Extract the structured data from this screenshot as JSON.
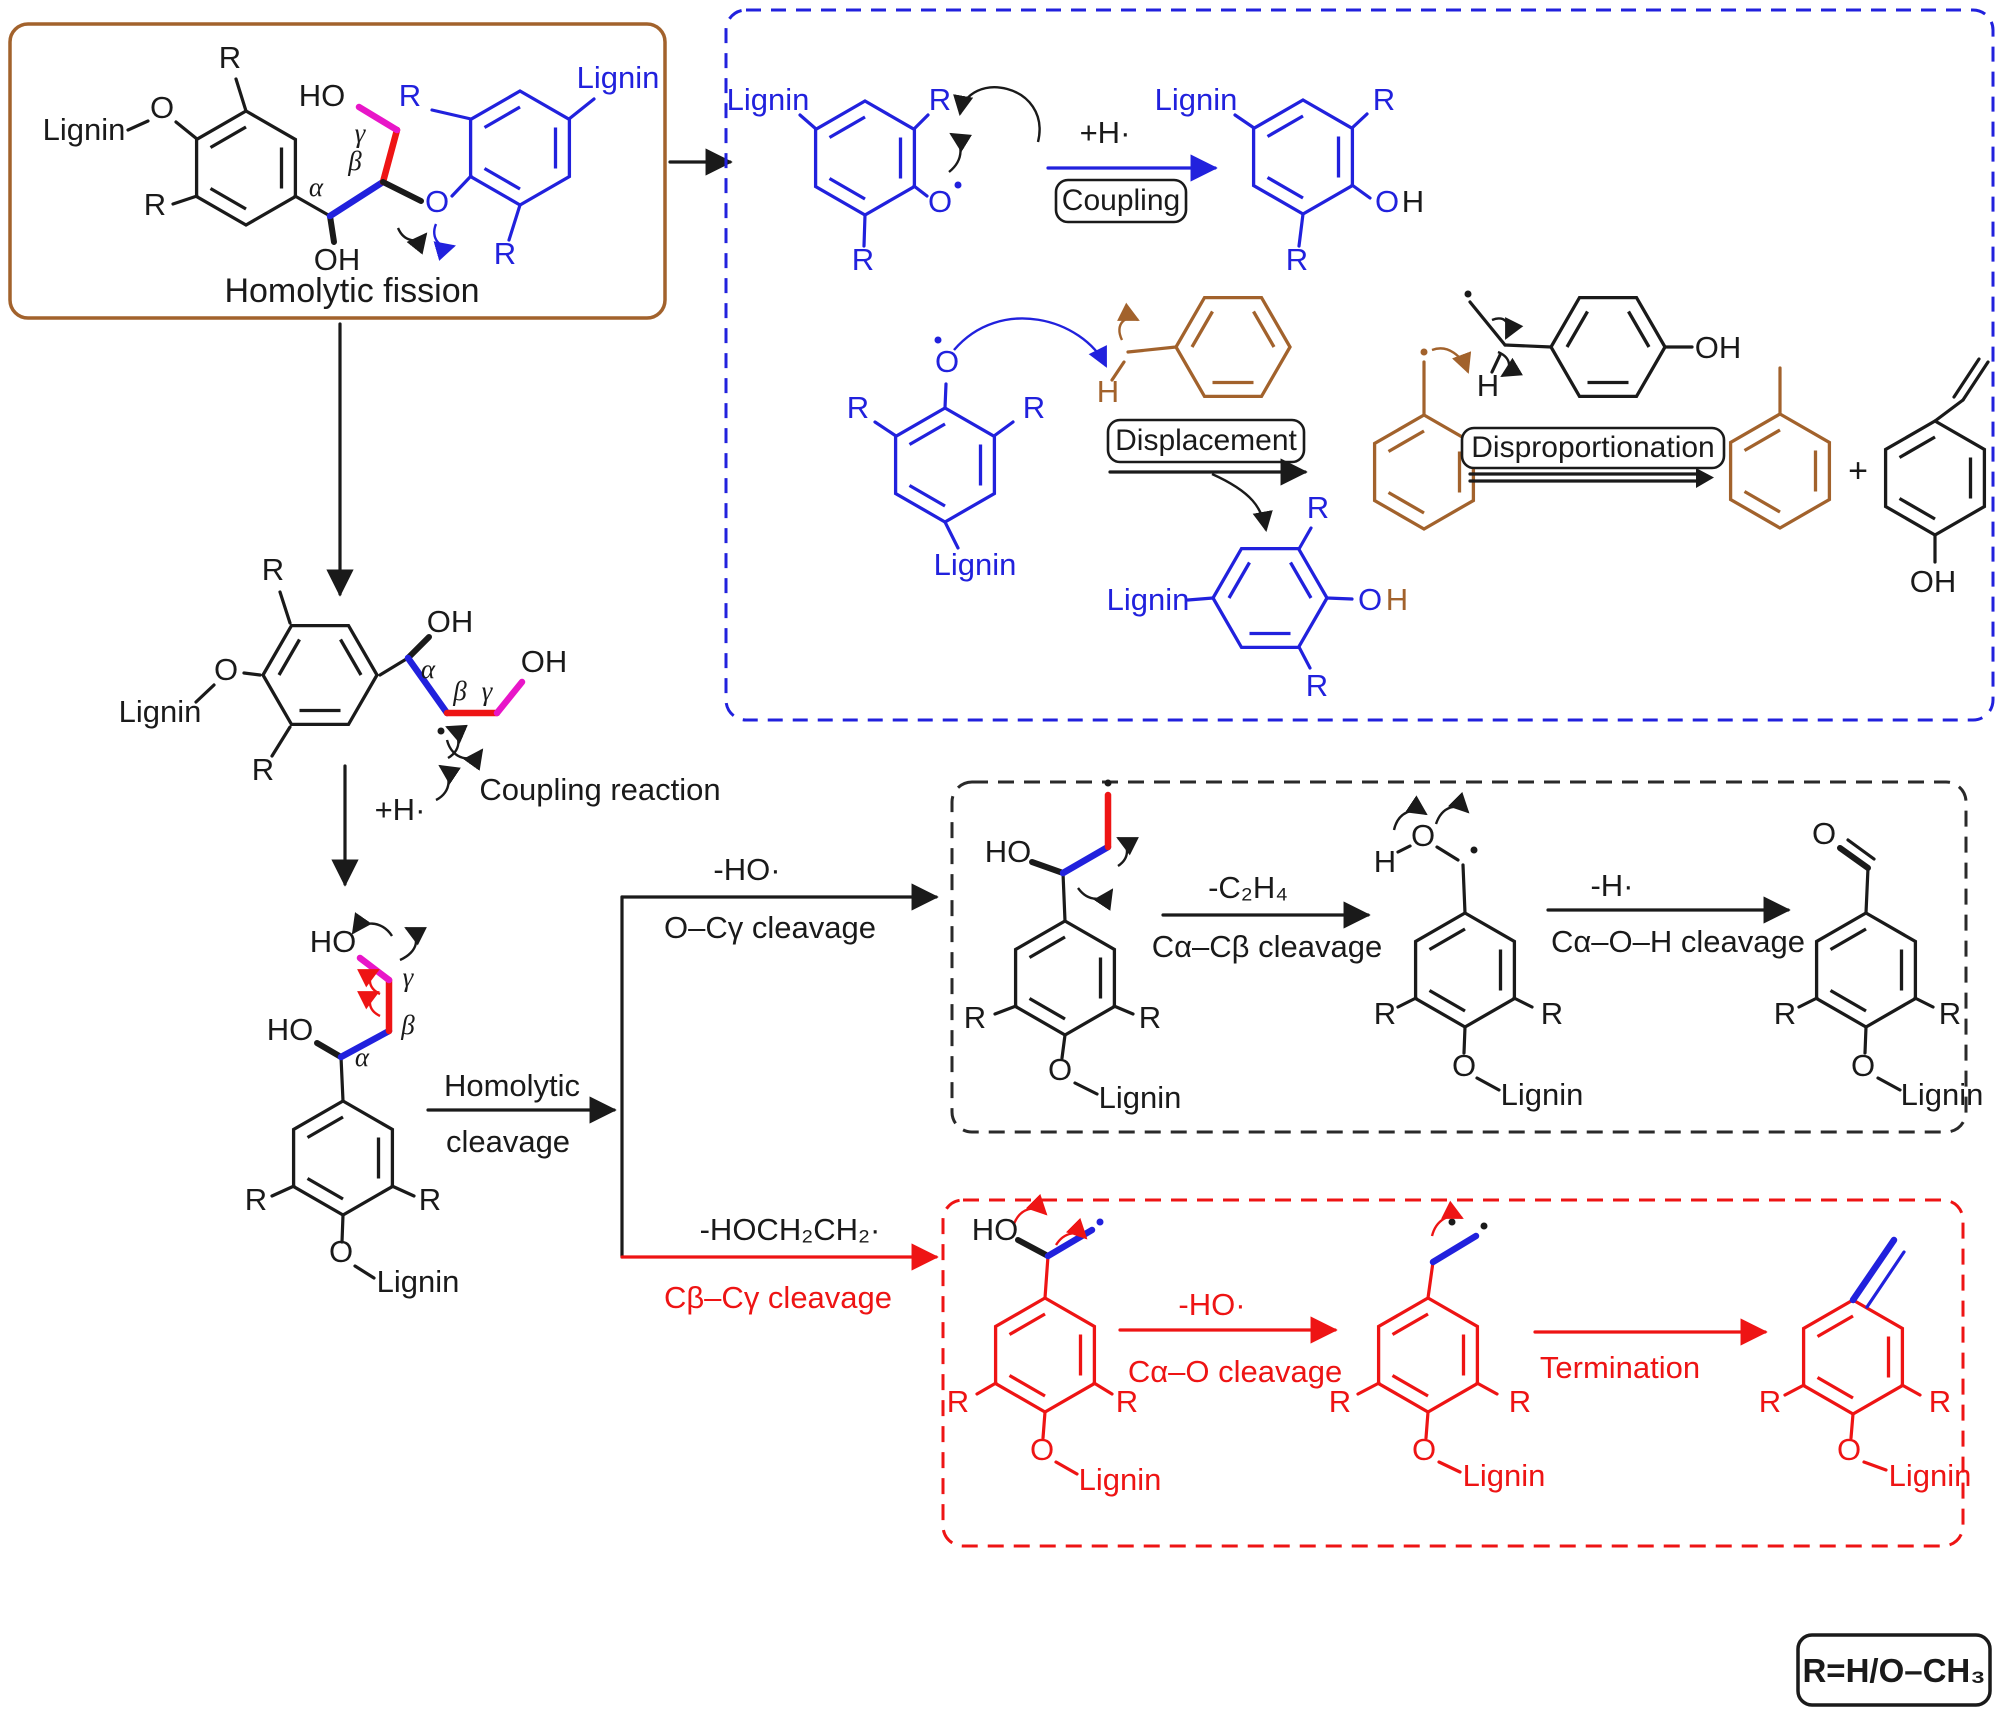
{
  "colors": {
    "blue": "#2121dd",
    "red": "#ee1414",
    "magenta": "#e816c8",
    "brown": "#a2622c",
    "black": "#1a1a1a"
  },
  "atoms": {
    "r": "R",
    "lignin": "Lignin",
    "oh": "OH",
    "ho": "HO",
    "o": "O",
    "h": "H",
    "alpha": "α",
    "beta": "β",
    "gamma": "γ",
    "plus": "+",
    "plus_h_radical": "+H·"
  },
  "boxes": {
    "homolytic_fission_caption": "Homolytic fission",
    "legend": "R=H/O–CH₃"
  },
  "reactions": {
    "coupling": "Coupling",
    "coupling_reaction": "Coupling reaction",
    "displacement": "Displacement",
    "disproportionation": "Disproportionation",
    "homolytic_line1": "Homolytic",
    "homolytic_line2": "cleavage",
    "minus_ho": "-HO·",
    "o_cg_cleavage": "O–Cγ cleavage",
    "minus_hoch2ch2": "-HOCH₂CH₂·",
    "cb_cg_cleavage": "Cβ–Cγ cleavage",
    "minus_c2h4": "-C₂H₄",
    "ca_cb_cleavage": "Cα–Cβ cleavage",
    "minus_h": "-H·",
    "ca_o_h_cleavage": "Cα–O–H cleavage",
    "ca_o_cleavage": "Cα–O cleavage",
    "termination": "Termination"
  }
}
